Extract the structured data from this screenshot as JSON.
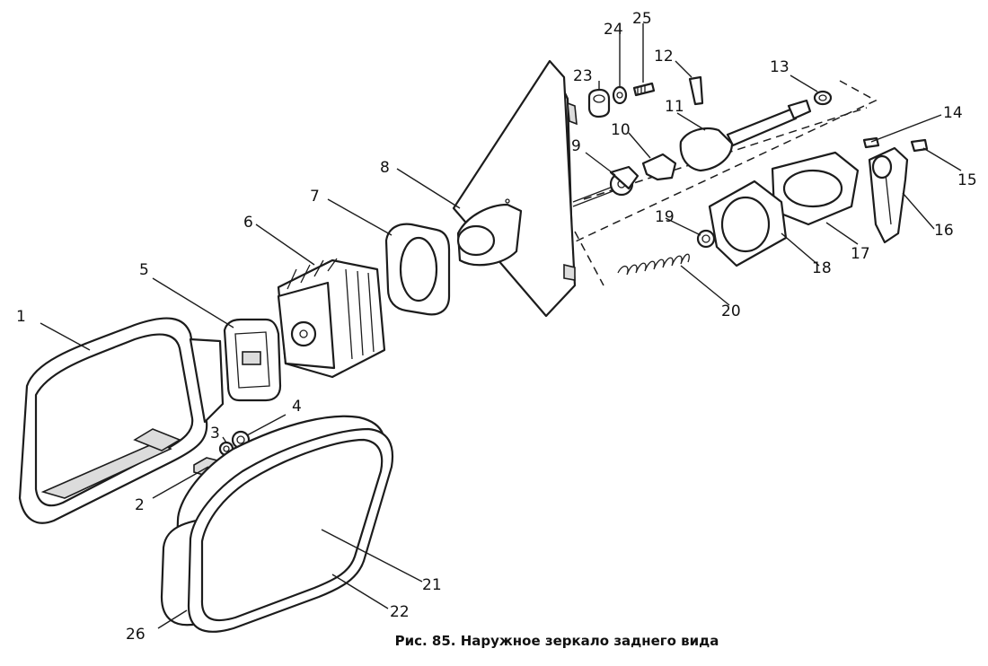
{
  "caption": "Рис. 85. Наружное зеркало заднего вида",
  "labels": {
    "n1": "1",
    "n2": "2",
    "n3": "3",
    "n4": "4",
    "n5": "5",
    "n6": "6",
    "n7": "7",
    "n8": "8",
    "n9": "9",
    "n10": "10",
    "n11": "11",
    "n12": "12",
    "n13": "13",
    "n14": "14",
    "n15": "15",
    "n16": "16",
    "n17": "17",
    "n18": "18",
    "n19": "19",
    "n20": "20",
    "n21": "21",
    "n22": "22",
    "n23": "23",
    "n24": "24",
    "n25": "25",
    "n26": "26"
  }
}
